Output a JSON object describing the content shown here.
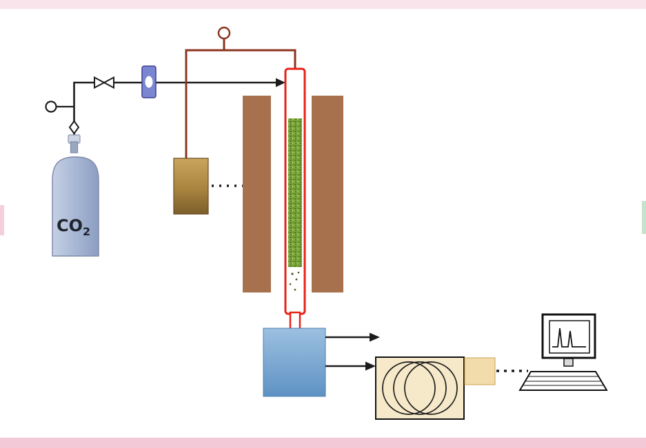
{
  "labels": {
    "cylinder_text": "CO",
    "cylinder_subscript": "2"
  },
  "colors": {
    "pipe_black": "#1c1c1c",
    "thermo_red": "#8c3420",
    "furnace_brown": "#a7714e",
    "reactor_red": "#e62219",
    "bed_green": "#7ca93c",
    "controller_tan": "#a8843f",
    "flowmeter_blue": "#7b86d2",
    "cylinder_body": "#aebcd8",
    "condenser_blue": "#6f9fcf",
    "coil_box_cream": "#f6e9c9",
    "gc_box_tan": "#f2dcab",
    "edge_pink": "#f2c3d4",
    "edge_green": "#bfe0c4",
    "trace_black": "#111111"
  },
  "components": [
    "co2-cylinder",
    "pressure-gauge",
    "check-valve",
    "shutoff-valve",
    "flow-meter",
    "feed-gas-line",
    "thermocouple-line",
    "top-pressure-gauge",
    "temperature-controller",
    "furnace",
    "reactor-tube",
    "catalyst-bed",
    "condenser",
    "gas-outlet-arrow-top",
    "gas-outlet-arrow-bottom",
    "cold-trap-coil",
    "gc-module",
    "data-cable",
    "computer"
  ]
}
